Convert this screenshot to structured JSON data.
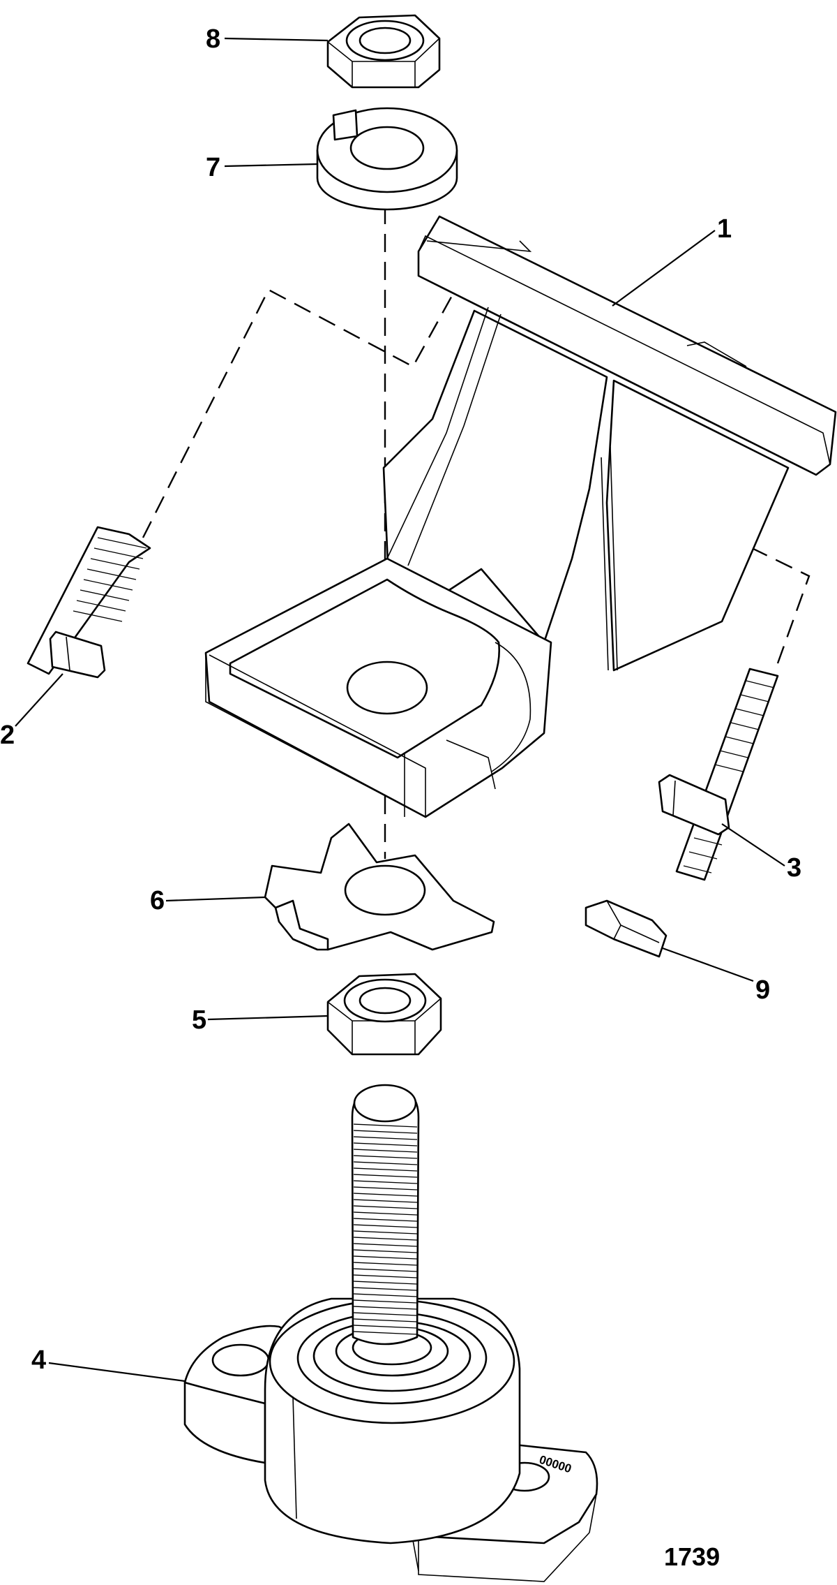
{
  "callouts": [
    {
      "id": "1",
      "text": "1"
    },
    {
      "id": "2",
      "text": "2"
    },
    {
      "id": "3",
      "text": "3"
    },
    {
      "id": "4",
      "text": "4"
    },
    {
      "id": "5",
      "text": "5"
    },
    {
      "id": "6",
      "text": "6"
    },
    {
      "id": "7",
      "text": "7"
    },
    {
      "id": "8",
      "text": "8"
    },
    {
      "id": "9",
      "text": "9"
    }
  ],
  "figure_number": "1739",
  "part_stamp": "00000"
}
